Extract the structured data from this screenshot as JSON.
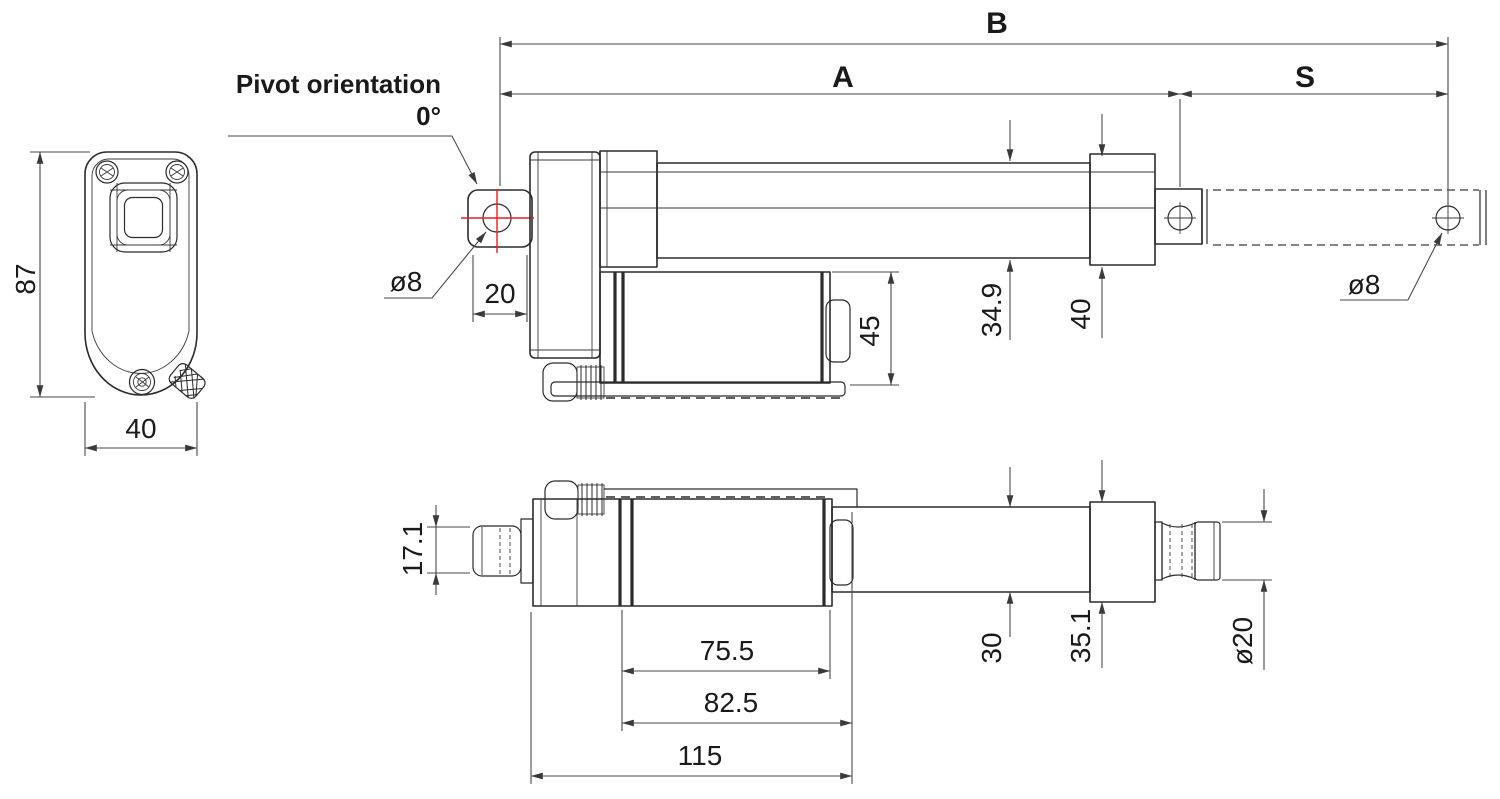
{
  "drawing": {
    "annotation": {
      "pivot_note_line1": "Pivot orientation",
      "pivot_note_line2": "0°"
    },
    "end_view": {
      "height": "87",
      "width": "40"
    },
    "side_view": {
      "overall_length_label": "B",
      "retracted_length_label": "A",
      "stroke_label": "S",
      "rear_hole_dia": "ø8",
      "front_hole_dia": "ø8",
      "rear_clevis_depth": "20",
      "motor_drop_height": "45",
      "tube_height": "34.9",
      "front_end_height": "40"
    },
    "bottom_view": {
      "connector_dia": "17.1",
      "motor_body_length": "75.5",
      "motor_assembly_length": "82.5",
      "rear_section_length": "115",
      "tube_width": "30",
      "front_end_width": "35.1",
      "rod_end_dia": "ø20"
    },
    "colors": {
      "part_line": "#2b2b2b",
      "dim_line": "#4a4a4a",
      "centerline": "#ed1c24"
    }
  }
}
